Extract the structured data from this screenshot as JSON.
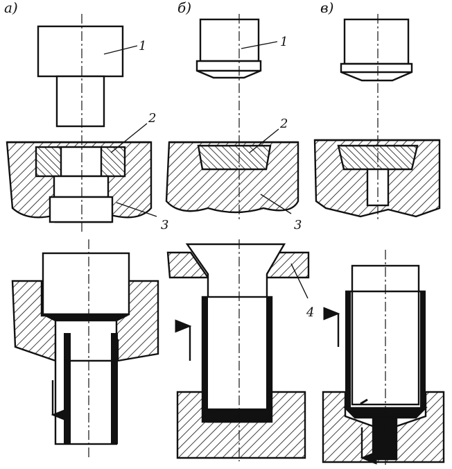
{
  "panels": {
    "a": {
      "label": "а)"
    },
    "b": {
      "label": "б)"
    },
    "c": {
      "label": "в)"
    }
  },
  "callouts": {
    "punch_a": "1",
    "punch_b": "1",
    "blank_a": "2",
    "blank_b": "2",
    "die_a": "3",
    "die_b": "3",
    "ring_b": "4"
  },
  "colors": {
    "ink": "#111111",
    "paper": "#ffffff"
  }
}
